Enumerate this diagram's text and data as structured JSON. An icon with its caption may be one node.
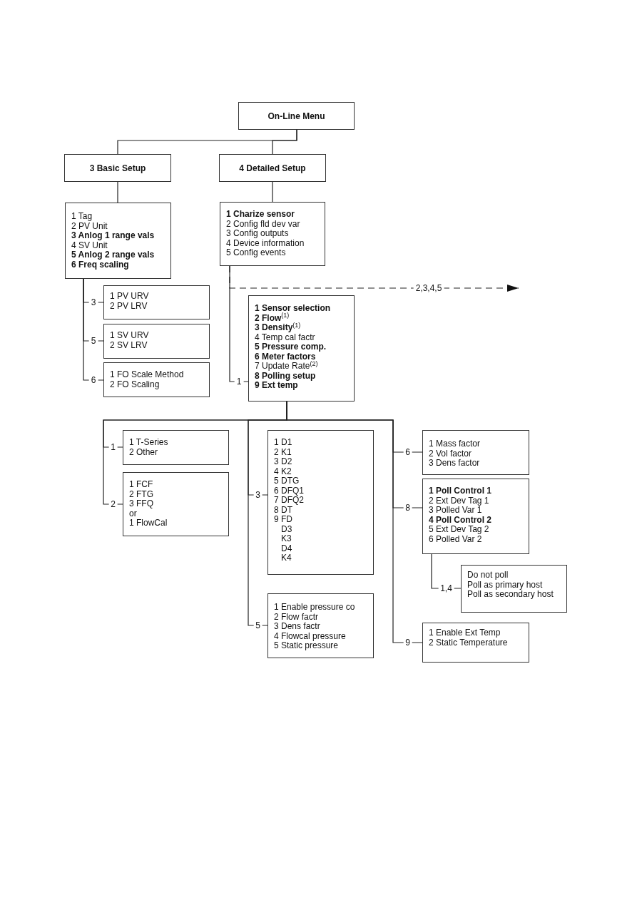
{
  "diagram": {
    "nodes": [
      {
        "text": [
          "On-Line Menu"
        ]
      },
      {
        "text": [
          "3 Basic Setup"
        ]
      },
      {
        "text": [
          "4 Detailed Setup"
        ]
      },
      {
        "text": [
          "1 Tag",
          "2 PV Unit",
          "3 Anlog 1 range vals",
          "4 SV Unit",
          "5 Anlog 2 range vals",
          "6 Freq scaling"
        ]
      },
      {
        "text": [
          "1 Charize sensor",
          "2 Config fld dev var",
          "3 Config outputs",
          "4 Device information",
          "5 Config events"
        ]
      },
      {
        "text": [
          "1 PV URV",
          "2 PV LRV"
        ]
      },
      {
        "text": [
          "1 SV URV",
          "2 SV LRV"
        ]
      },
      {
        "text": [
          "1 FO Scale Method",
          "2 FO Scaling"
        ]
      },
      {
        "text": [
          "1 Sensor selection",
          "**2 Flow**$^{(1)}$",
          "**3 Density**$^{(1)}$",
          "4 Temp cal factr",
          "5 Pressure comp.",
          "6 Meter factors",
          "7 Update Rate$^{(2)}$",
          "8 Polling setup",
          "9 Ext temp"
        ]
      },
      {
        "text": [
          "1 T-Series",
          "2 Other"
        ]
      },
      {
        "text": [
          "1 FCF",
          "2 FTG",
          "3 FFQ",
          "or",
          "1 FlowCal"
        ]
      },
      {
        "text": [
          "1 D1",
          "2 K1",
          "3 D2",
          "4 K2",
          "5 DTG",
          "6 DFQ1",
          "7 DFQ2",
          "8 DT",
          "9 FD",
          "D3",
          "K3",
          "D4",
          "K4"
        ]
      },
      {
        "text": [
          "1 Enable pressure co",
          "2 Flow factr",
          "3 Dens factr",
          "4 Flowcal pressure",
          "5 Static pressure"
        ]
      },
      {
        "text": [
          "1 Mass factor",
          "2 Vol factor",
          "3 Dens factor"
        ]
      },
      {
        "text": [
          "1 Poll Control 1",
          "2 Ext Dev Tag 1",
          "3 Polled Var 1",
          "4 Poll Control 2",
          "5 Ext Dev Tag 2",
          "6 Polled Var 2"
        ]
      },
      {
        "text": [
          "Do not poll",
          "Poll as primary host",
          "Poll as secondary host"
        ]
      },
      {
        "text": [
          "1 Enable Ext Temp",
          "2 Static Temperature"
        ]
      }
    ],
    "edges": [
      {
        "from": 0,
        "to": 1,
        "arrow": "none"
      },
      {
        "from": 0,
        "to": 2,
        "arrow": "none"
      },
      {
        "from": 1,
        "to": 3,
        "arrow": "none"
      },
      {
        "from": 2,
        "to": 4,
        "arrow": "none"
      },
      {
        "from": 3,
        "to": 5,
        "arrow": "none",
        "label": "3"
      },
      {
        "from": 3,
        "to": 6,
        "arrow": "none",
        "label": "5"
      },
      {
        "from": 3,
        "to": 7,
        "arrow": "none",
        "label": "6"
      },
      {
        "from": 4,
        "to": null,
        "arrow": "to",
        "label": "2,3,4,5",
        "style": "dashed"
      },
      {
        "from": 4,
        "to": 8,
        "arrow": "none",
        "label": "1"
      },
      {
        "from": 8,
        "to": 9,
        "arrow": "none",
        "label": "1"
      },
      {
        "from": 8,
        "to": 10,
        "arrow": "none",
        "label": "2"
      },
      {
        "from": 8,
        "to": 11,
        "arrow": "none",
        "label": "3"
      },
      {
        "from": 8,
        "to": 12,
        "arrow": "none",
        "label": "5"
      },
      {
        "from": 8,
        "to": 13,
        "arrow": "none",
        "label": "6"
      },
      {
        "from": 8,
        "to": 14,
        "arrow": "none",
        "label": "8"
      },
      {
        "from": 8,
        "to": 16,
        "arrow": "none",
        "label": "9"
      },
      {
        "from": 14,
        "to": 15,
        "arrow": "none",
        "label": "1,4"
      }
    ]
  }
}
